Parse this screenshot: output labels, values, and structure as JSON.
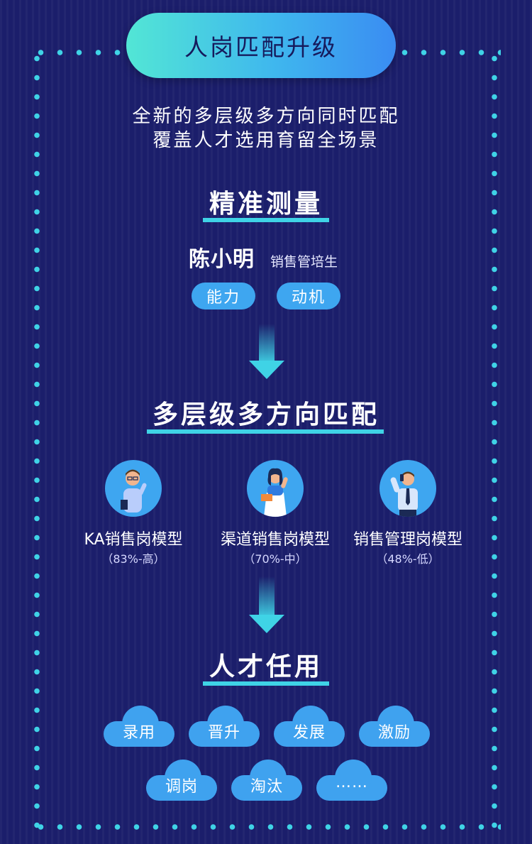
{
  "header": {
    "title": "人岗匹配升级",
    "subtitle_line1": "全新的多层级多方向同时匹配",
    "subtitle_line2": "覆盖人才选用育留全场景"
  },
  "section1": {
    "title": "精准测量",
    "person_name": "陈小明",
    "person_role": "销售管培生",
    "tags": [
      "能力",
      "动机"
    ]
  },
  "section2": {
    "title": "多层级多方向匹配",
    "models": [
      {
        "name": "KA销售岗模型",
        "score": "（83%-高）"
      },
      {
        "name": "渠道销售岗模型",
        "score": "（70%-中）"
      },
      {
        "name": "销售管理岗模型",
        "score": "（48%-低）"
      }
    ]
  },
  "section3": {
    "title": "人才任用",
    "clouds": [
      "录用",
      "晋升",
      "发展",
      "激励",
      "调岗",
      "淘汰",
      "……"
    ]
  },
  "colors": {
    "background": "#1b1e6b",
    "accent_cyan": "#3fd3e6",
    "pill_blue": "#3ea6f0",
    "title_gradient_start": "#52e6d5",
    "title_gradient_end": "#3a8cf2"
  },
  "icons": [
    "arrow-down-icon",
    "avatar-man-glasses-icon",
    "avatar-woman-icon",
    "avatar-man-phone-icon",
    "cloud-icon"
  ]
}
